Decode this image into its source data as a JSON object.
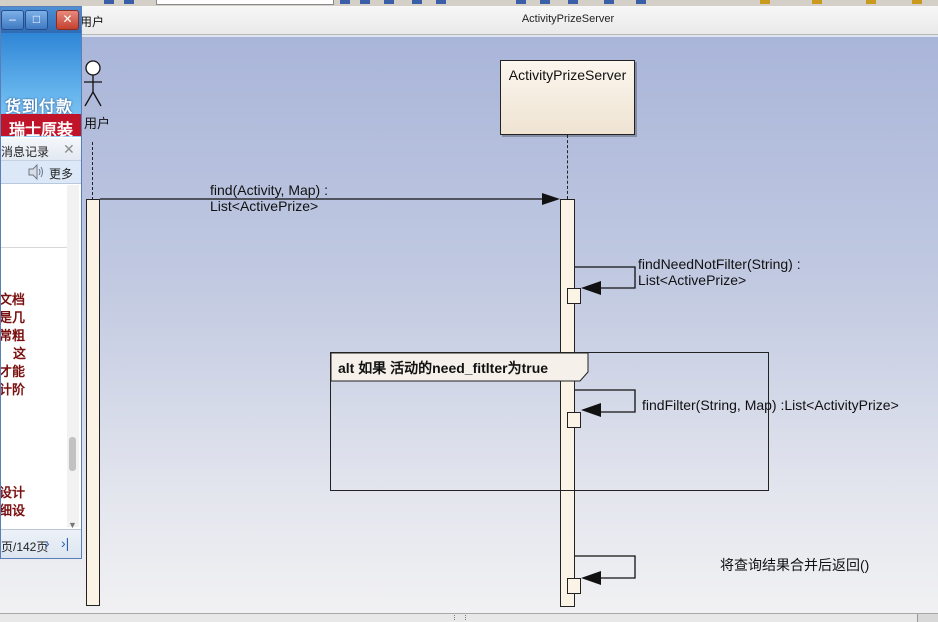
{
  "window": {
    "diagram_title": "ActivityPrizeServer"
  },
  "popup": {
    "banner_line1": "货到付款",
    "banner_line2": "瑞士原装",
    "messages_header": "消息记录",
    "more_label": "更多",
    "text_lines": [
      "文档",
      "是几",
      "常粗",
      "这",
      "才能",
      "计阶",
      "设计",
      "细设"
    ],
    "page_indicator": "页/142页",
    "icons": {
      "speaker": "speaker-icon",
      "next": "next-page-icon",
      "last": "last-page-icon",
      "close": "close-icon"
    }
  },
  "diagram": {
    "actor": "用户",
    "actor_label_top": "用户",
    "lifeline_object": "ActivityPrizeServer",
    "messages": [
      {
        "text_line1": "find(Activity, Map) :",
        "text_line2": "List<ActivePrize>"
      },
      {
        "text_line1": "findNeedNotFilter(String) :",
        "text_line2": "List<ActivePrize>"
      },
      {
        "text": "findFilter(String, Map) :List<ActivityPrize>"
      },
      {
        "text": "将查询结果合并后返回()"
      }
    ],
    "alt_frame": {
      "label": "alt 如果 活动的need_fitlter为true"
    }
  },
  "colors": {
    "canvas_top": "#a9b5d9",
    "activation_fill": "#fbf3e6",
    "popup_title": "#2f6bb3",
    "banner_red": "#c0142b"
  }
}
